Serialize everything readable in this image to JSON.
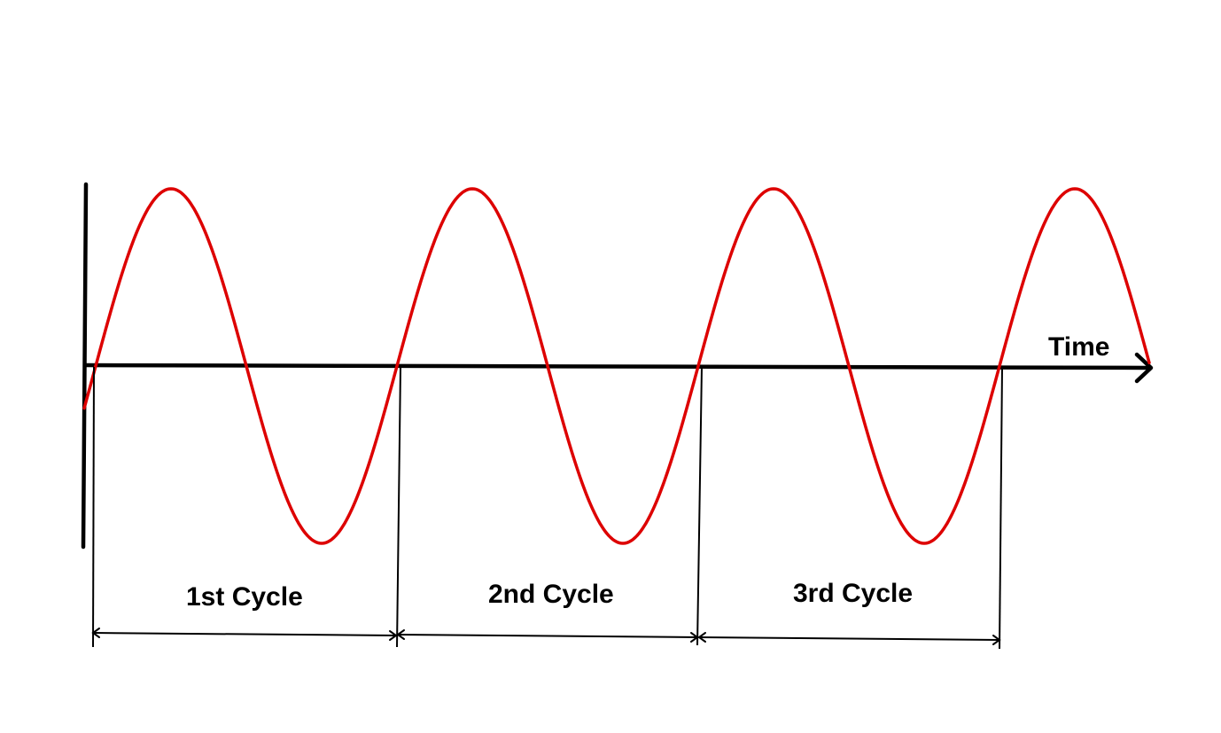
{
  "diagram": {
    "axis_label": "Time",
    "cycles": [
      {
        "label": "1st Cycle"
      },
      {
        "label": "2nd Cycle"
      },
      {
        "label": "3rd Cycle"
      }
    ],
    "wave_cycles_shown": 3.5,
    "colors": {
      "wave": "#dd0000",
      "axis": "#000000",
      "background": "#ffffff"
    }
  }
}
